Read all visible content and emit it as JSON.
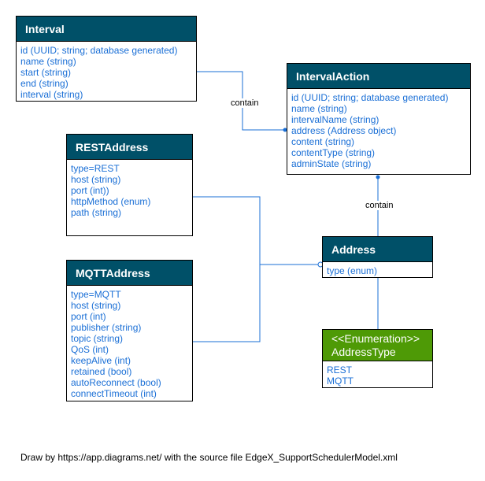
{
  "colors": {
    "header": "#005068",
    "enum_header": "#4e9a06",
    "attribute_text": "#1a6fd6",
    "connector": "#1a6fd6"
  },
  "interval": {
    "title": "Interval",
    "attributes": [
      "id (UUID; string; database generated)",
      "name (string)",
      "start (string)",
      "end (string)",
      "interval (string)"
    ]
  },
  "interval_action": {
    "title": "IntervalAction",
    "attributes": [
      "id (UUID; string; database generated)",
      "name (string)",
      "intervalName (string)",
      "address (Address object)",
      "content (string)",
      "contentType (string)",
      "adminState (string)"
    ]
  },
  "rest_address": {
    "title": "RESTAddress",
    "attributes": [
      "type=REST",
      "host (string)",
      "port (int))",
      "httpMethod (enum)",
      "path (string)"
    ]
  },
  "mqtt_address": {
    "title": "MQTTAddress",
    "attributes": [
      "type=MQTT",
      "host (string)",
      "port (int)",
      "publisher (string)",
      "topic (string)",
      "QoS (int)",
      "keepAlive (int)",
      "retained (bool)",
      "autoReconnect (bool)",
      "connectTimeout (int)"
    ]
  },
  "address": {
    "title": "Address",
    "attributes": [
      "type (enum)"
    ]
  },
  "address_type": {
    "stereotype": "<<Enumeration>>",
    "title": "AddressType",
    "attributes": [
      "REST",
      "MQTT"
    ]
  },
  "edges": {
    "interval_to_action_label": "contain",
    "action_to_address_label": "contain"
  },
  "footer": "Draw by https://app.diagrams.net/ with the source file EdgeX_SupportSchedulerModel.xml"
}
